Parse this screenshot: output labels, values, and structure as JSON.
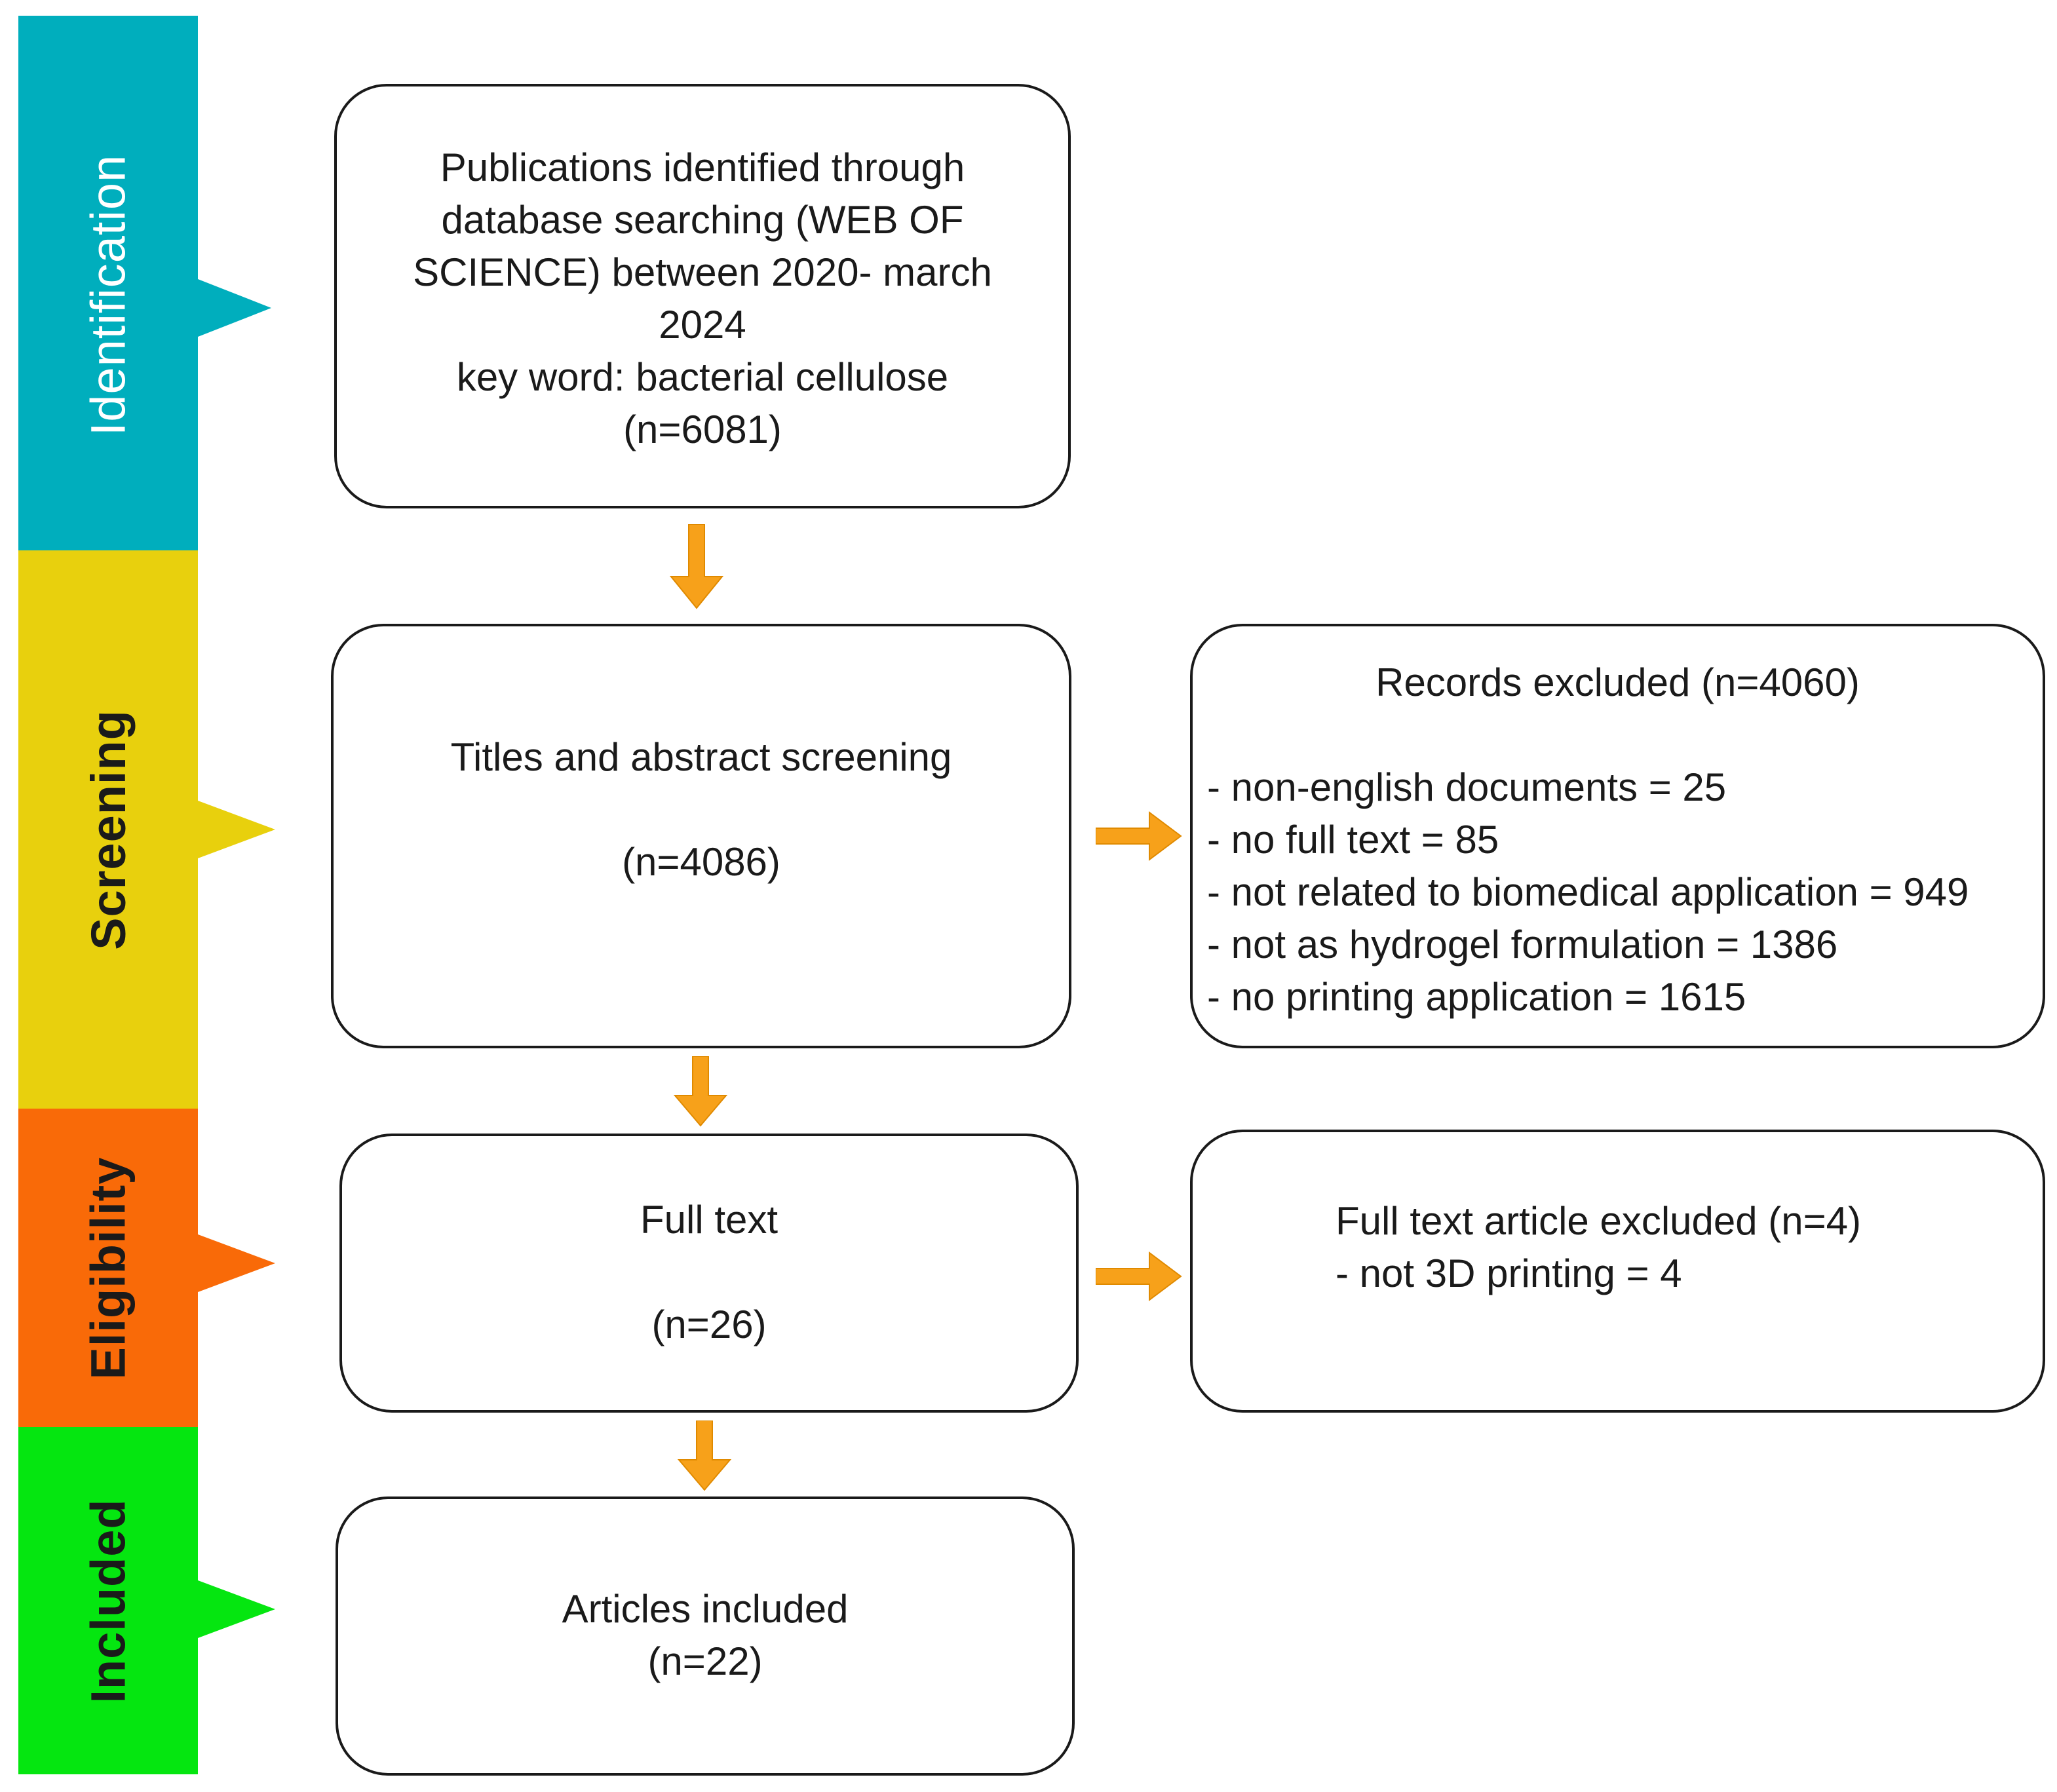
{
  "phases": {
    "identification": {
      "label": "Identification",
      "color": "#00aebd"
    },
    "screening": {
      "label": "Screening",
      "color": "#e8d00d"
    },
    "eligibility": {
      "label": "Eligibility",
      "color": "#f96a08"
    },
    "included": {
      "label": "Included",
      "color": "#05e610"
    }
  },
  "boxes": {
    "identification": {
      "lines": [
        "Publications identified through",
        "database searching (WEB OF",
        "SCIENCE) between 2020- march",
        "2024",
        "key word: bacterial cellulose",
        "(n=6081)"
      ]
    },
    "screening": {
      "title": "Titles and abstract screening",
      "count": "(n=4086)"
    },
    "full_text": {
      "title": "Full text",
      "count": "(n=26)"
    },
    "included": {
      "title": "Articles included",
      "count": "(n=22)"
    },
    "records_excluded": {
      "title": "Records excluded (n=4060)",
      "items": [
        "- non-english documents = 25",
        "- no full text = 85",
        "- not related to biomedical application = 949",
        "- not as hydrogel formulation = 1386",
        "- no printing application = 1615"
      ]
    },
    "fulltext_excluded": {
      "title": "Full text article excluded (n=4)",
      "items": [
        "- not 3D printing = 4"
      ]
    }
  },
  "arrow_color": "#f7a11a"
}
